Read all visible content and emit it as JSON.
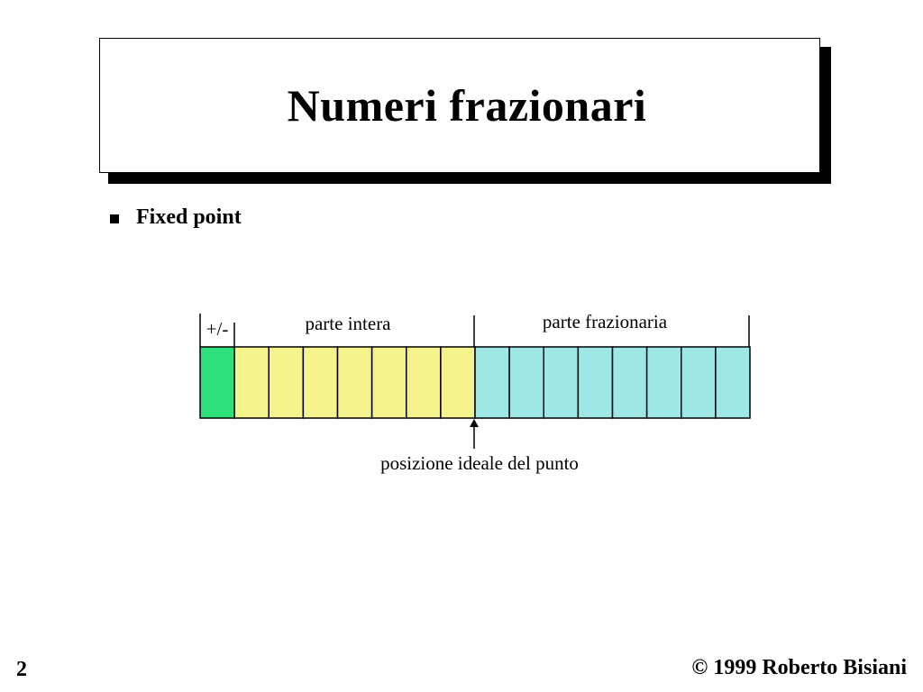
{
  "slide": {
    "title": "Numeri frazionari",
    "bullet": "Fixed point",
    "page_number": "2",
    "copyright": "© 1999 Roberto Bisiani"
  },
  "diagram": {
    "sign_label": "+/-",
    "integer_label": "parte intera",
    "fraction_label": "parte frazionaria",
    "point_label": "posizione ideale del punto",
    "sign_bits": 1,
    "integer_bits": 7,
    "fraction_bits": 8,
    "colors": {
      "sign": "#2ee07a",
      "integer": "#f5f38c",
      "fraction": "#9fe6e6"
    }
  }
}
